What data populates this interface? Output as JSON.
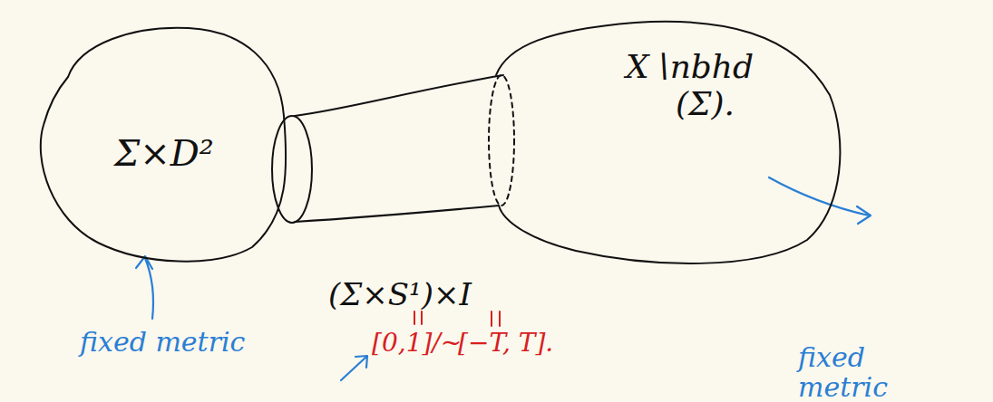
{
  "diagram": {
    "nodes": [
      {
        "text": [
          "Σ×D²"
        ]
      },
      {
        "text": [
          "(Σ×S¹)×I"
        ]
      },
      {
        "text": [
          "X∖nbhd (Σ)."
        ]
      }
    ],
    "labels": [
      "fixed metric",
      "fixed metric",
      "[0,1]/~",
      "[−T, T]."
    ]
  }
}
